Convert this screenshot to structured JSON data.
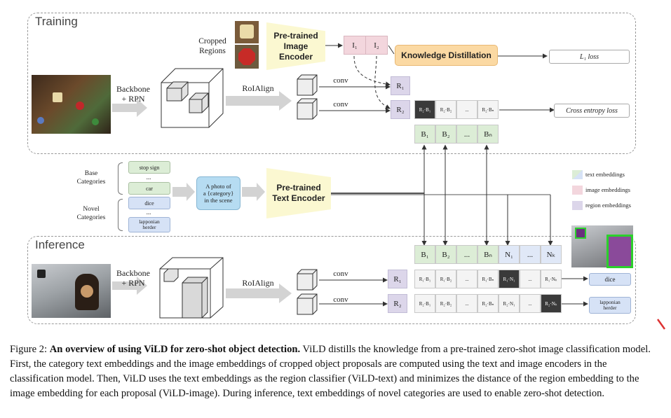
{
  "training": {
    "title": "Training",
    "cropped_regions": "Cropped\nRegions",
    "image_encoder": "Pre-trained\nImage Encoder",
    "i1": "I₁",
    "i2": "I₂",
    "kd": "Knowledge Distillation",
    "l1_loss": "L₁ loss",
    "backbone": "Backbone\n+ RPN",
    "roialign": "RoIAlign",
    "conv1": "conv",
    "conv2": "conv",
    "r1": "R₁",
    "r2": "R₂",
    "row_cells": [
      "R₂·B₁",
      "R₂·B₂",
      "...",
      "R₂·Bₙ"
    ],
    "ce_loss": "Cross entropy loss",
    "b_cells": [
      "B₁",
      "B₂",
      "...",
      "Bₙ"
    ]
  },
  "middle": {
    "base_label": "Base\nCategories",
    "novel_label": "Novel\nCategories",
    "base_items": [
      "stop sign",
      "...",
      "car"
    ],
    "novel_items": [
      "dice",
      "...",
      "lapponian\nherder"
    ],
    "prompt": "A photo of\na {category}\nin the scene",
    "text_encoder": "Pre-trained\nText Encoder"
  },
  "legend": {
    "text_emb": "text embeddings",
    "image_emb": "image embeddings",
    "region_emb": "region embeddings"
  },
  "inference": {
    "title": "Inference",
    "backbone": "Backbone\n+ RPN",
    "roialign": "RoIAlign",
    "conv1": "conv",
    "conv2": "conv",
    "r1": "R₁",
    "r2": "R₂",
    "header": [
      "B₁",
      "B₂",
      "...",
      "Bₙ",
      "N₁",
      "...",
      "Nₖ"
    ],
    "row1": [
      "R₁·B₁",
      "R₁·B₂",
      "...",
      "R₁·Bₙ",
      "R₁·N₁",
      "...",
      "R₁·Nₖ"
    ],
    "row2": [
      "R₂·B₁",
      "R₂·B₂",
      "...",
      "R₂·Bₙ",
      "R₂·N₁",
      "...",
      "R₂·Nₖ"
    ],
    "out1": "dice",
    "out2": "lapponian\nherder"
  },
  "caption": {
    "label": "Figure 2:",
    "bold": "An overview of using ViLD for zero-shot object detection.",
    "text": "ViLD distills the knowledge from a pre-trained zero-shot image classification model. First, the category text embeddings and the image embeddings of cropped object proposals are computed using the text and image encoders in the classification model. Then, ViLD uses the text embeddings as the region classifier (ViLD-text) and minimizes the distance of the region embedding to the image embedding for each proposal (ViLD-image). During inference, text embeddings of novel categories are used to enable zero-shot detection."
  }
}
